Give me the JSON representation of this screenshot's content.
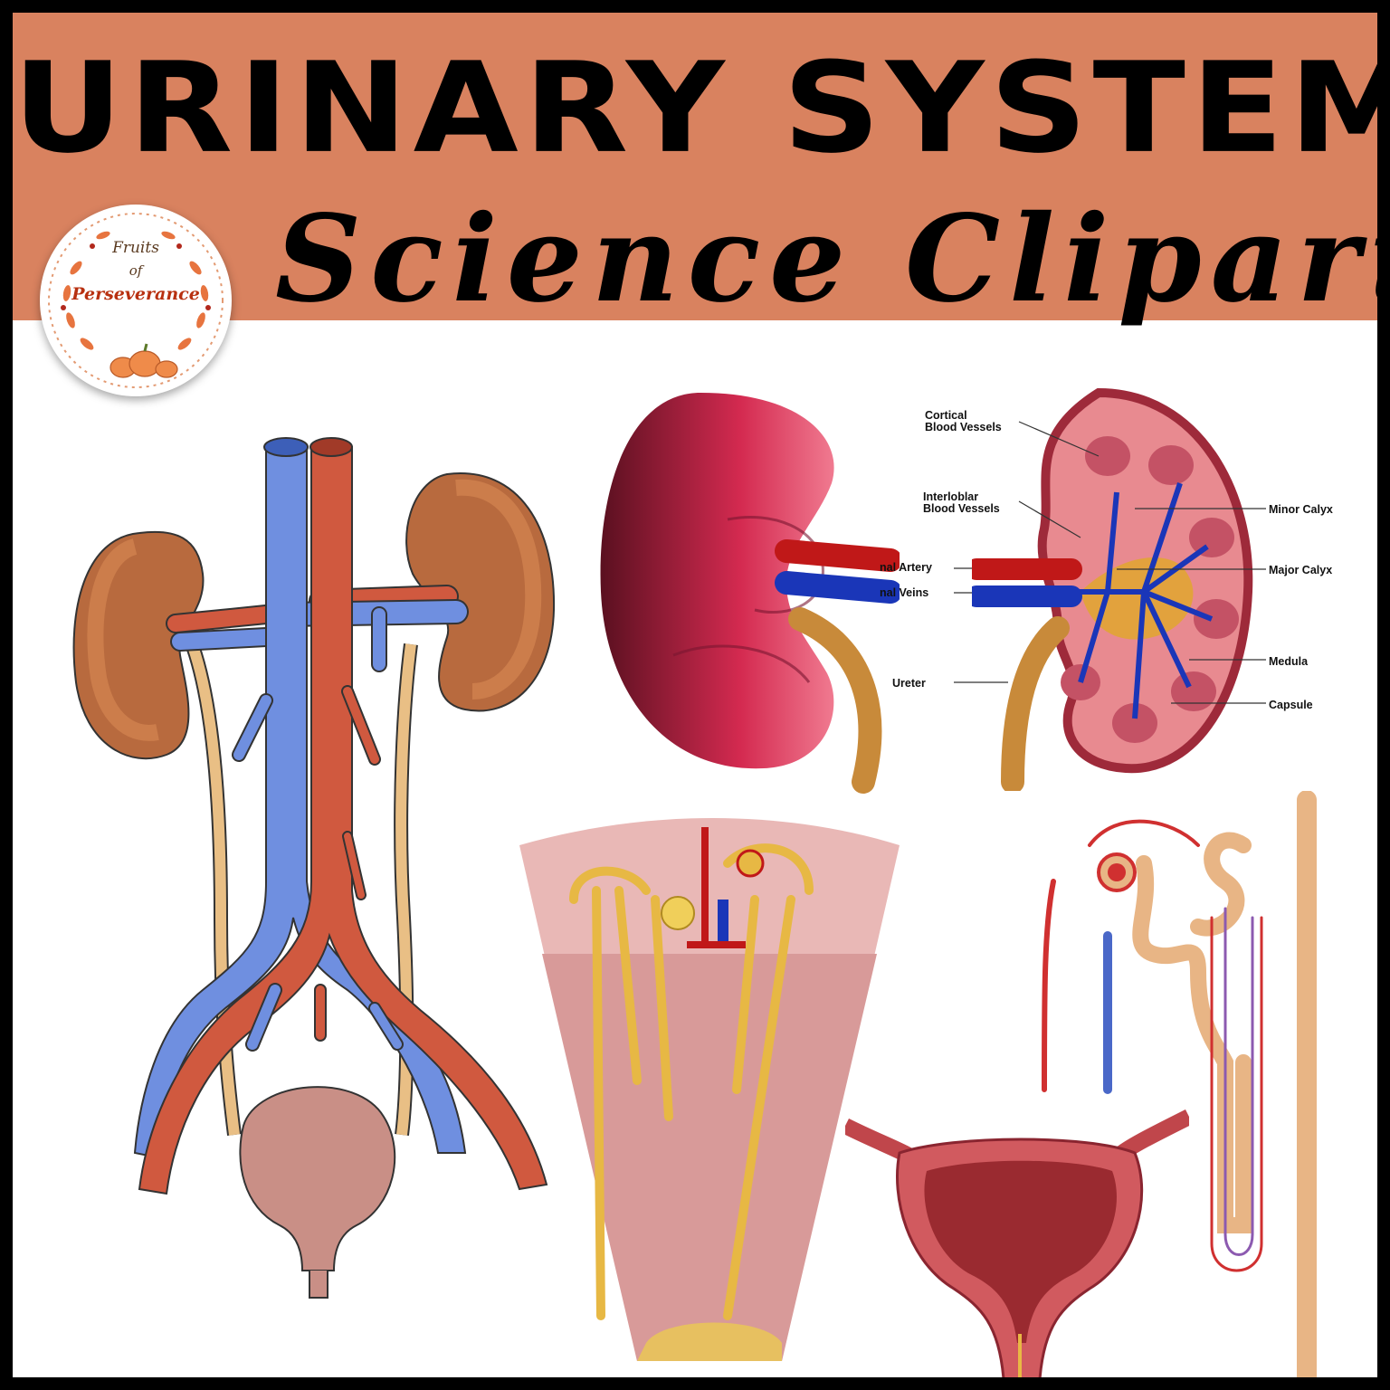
{
  "banner": {
    "title": "URINARY SYSTEM",
    "subtitle": "Science Clipart",
    "color": "#d9825f"
  },
  "logo": {
    "line1": "Fruits",
    "line2": "of",
    "line3": "Perseverance"
  },
  "kidney_section_labels": {
    "cortical": "Cortical",
    "cortical2": "Blood Vessels",
    "interlobar": "Interloblar",
    "interlobar2": "Blood Vessels",
    "renal_artery": "nal Artery",
    "renal_veins": "nal Veins",
    "ureter": "Ureter",
    "minor_calyx": "Minor Calyx",
    "major_calyx": "Major Calyx",
    "medula": "Medula",
    "capsule": "Capsule"
  },
  "colors": {
    "vein": "#6f8fe0",
    "artery": "#d0593f",
    "kidney": "#b86a3e",
    "ureter": "#e9bf85"
  }
}
